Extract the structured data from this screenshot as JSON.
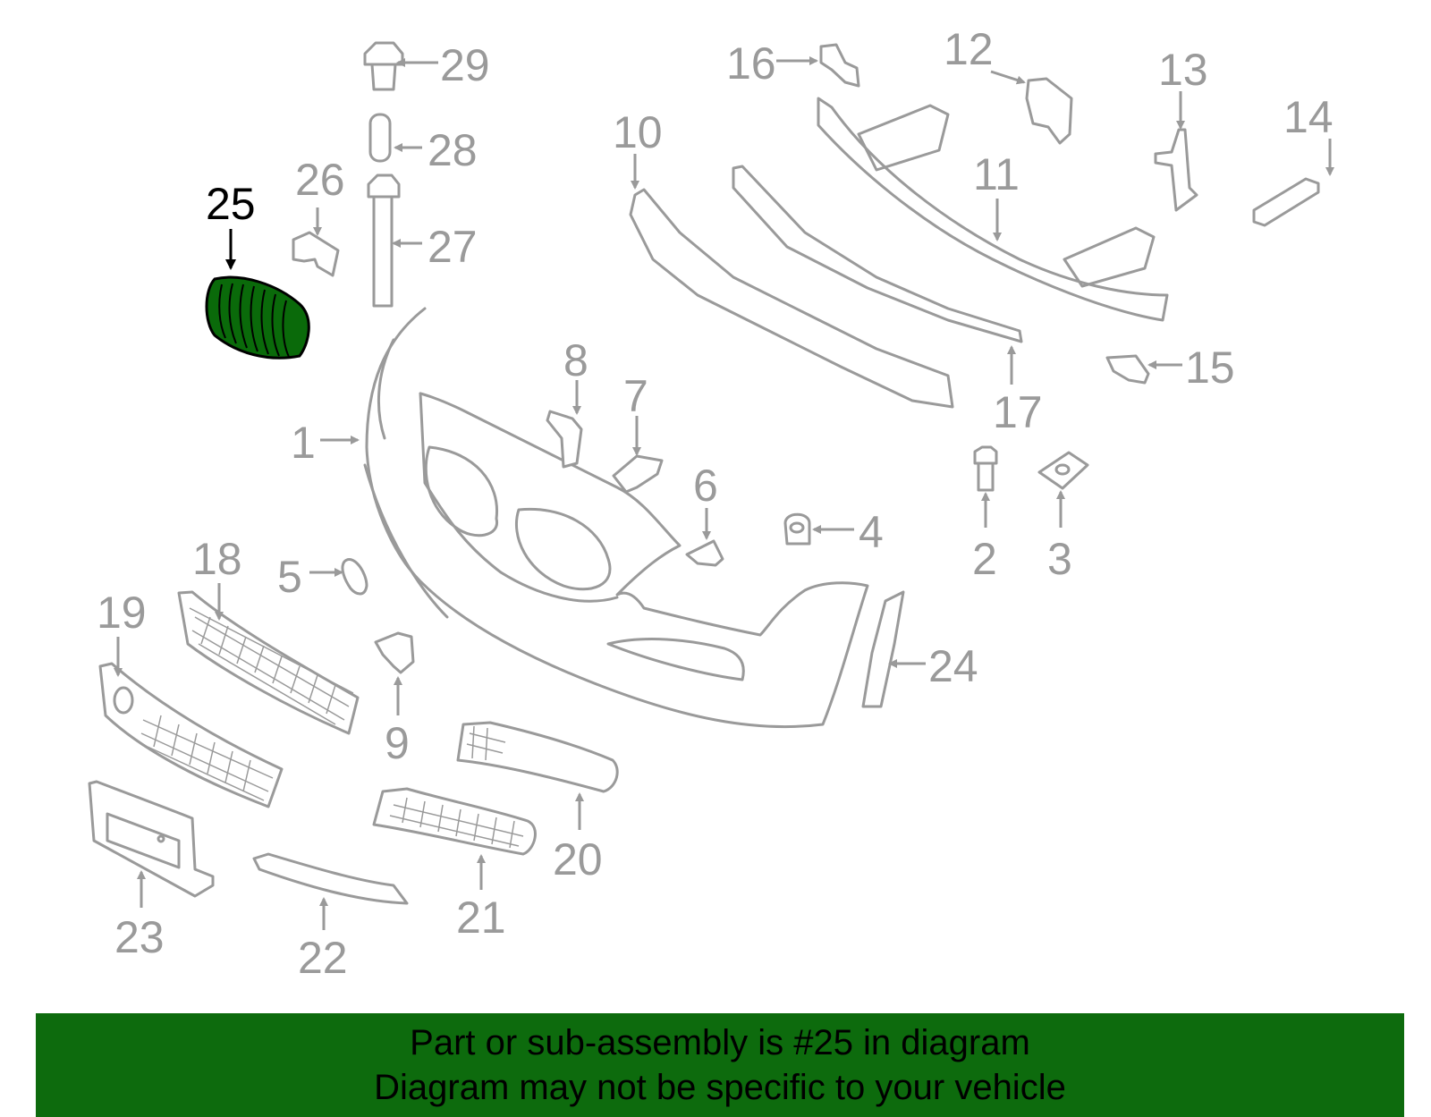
{
  "callouts": {
    "c1": "1",
    "c2": "2",
    "c3": "3",
    "c4": "4",
    "c5": "5",
    "c6": "6",
    "c7": "7",
    "c8": "8",
    "c9": "9",
    "c10": "10",
    "c11": "11",
    "c12": "12",
    "c13": "13",
    "c14": "14",
    "c15": "15",
    "c16": "16",
    "c17": "17",
    "c18": "18",
    "c19": "19",
    "c20": "20",
    "c21": "21",
    "c22": "22",
    "c23": "23",
    "c24": "24",
    "c25": "25",
    "c26": "26",
    "c27": "27",
    "c28": "28",
    "c29": "29"
  },
  "highlight": {
    "part_number": "25",
    "fill_color": "#0a6a0a",
    "outline_color": "#000000"
  },
  "banner": {
    "line1": "Part or sub-assembly is #25 in diagram",
    "line2": "Diagram may not be specific to your vehicle",
    "background": "#0d6b0d"
  }
}
